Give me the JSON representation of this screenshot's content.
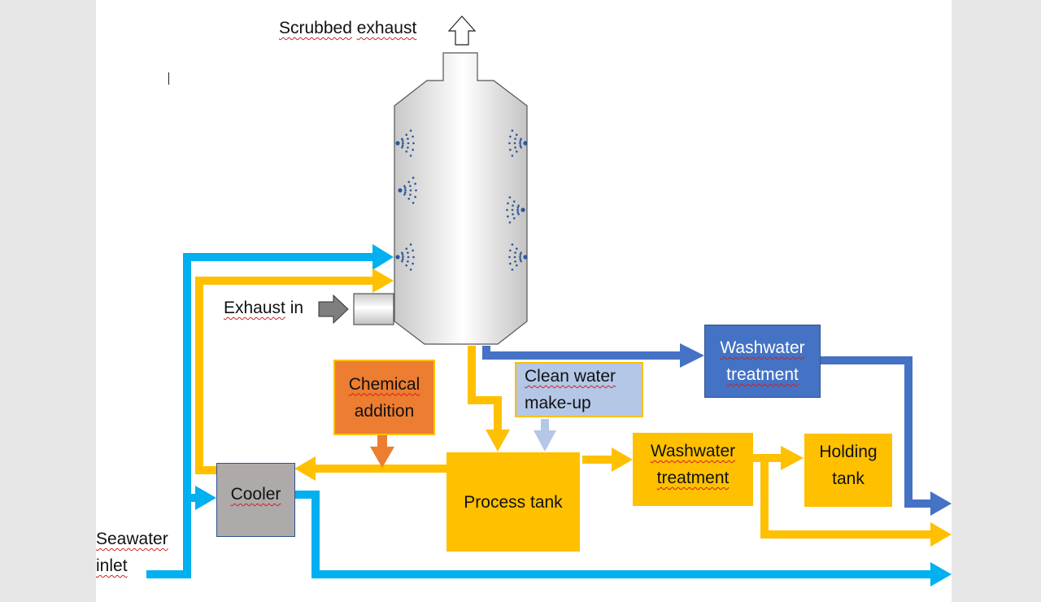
{
  "document": {
    "labels": {
      "scrubbed_exhaust": [
        "Scrubbed",
        "exhaust"
      ],
      "exhaust_in": [
        "Exhaust",
        "in"
      ],
      "seawater_inlet": [
        "Seawater",
        "inlet"
      ]
    },
    "boxes": {
      "chemical_addition": [
        "Chemical",
        "addition"
      ],
      "clean_water_makeup": [
        "Clean water",
        "make-up"
      ],
      "washwater_treatment_blue": [
        "Washwater",
        "treatment"
      ],
      "cooler": "Cooler",
      "process_tank": "Process tank",
      "washwater_treatment_yellow": [
        "Washwater",
        "treatment"
      ],
      "holding_tank": [
        "Holding",
        "tank"
      ]
    },
    "colors": {
      "seawater": "#00b0f0",
      "process_water": "#ffc000",
      "washwater": "#4472c4",
      "chemical": "#ed7d31",
      "clean_water": "#b4c7e7",
      "cooler": "#aeaaaa",
      "exhaust": "#7f7f7f"
    },
    "icons": {
      "scrubbed_exhaust": "up-arrow-outline-icon",
      "exhaust_in": "right-arrow-grey-icon",
      "spray_nozzles": "spray-nozzle-icon"
    }
  }
}
